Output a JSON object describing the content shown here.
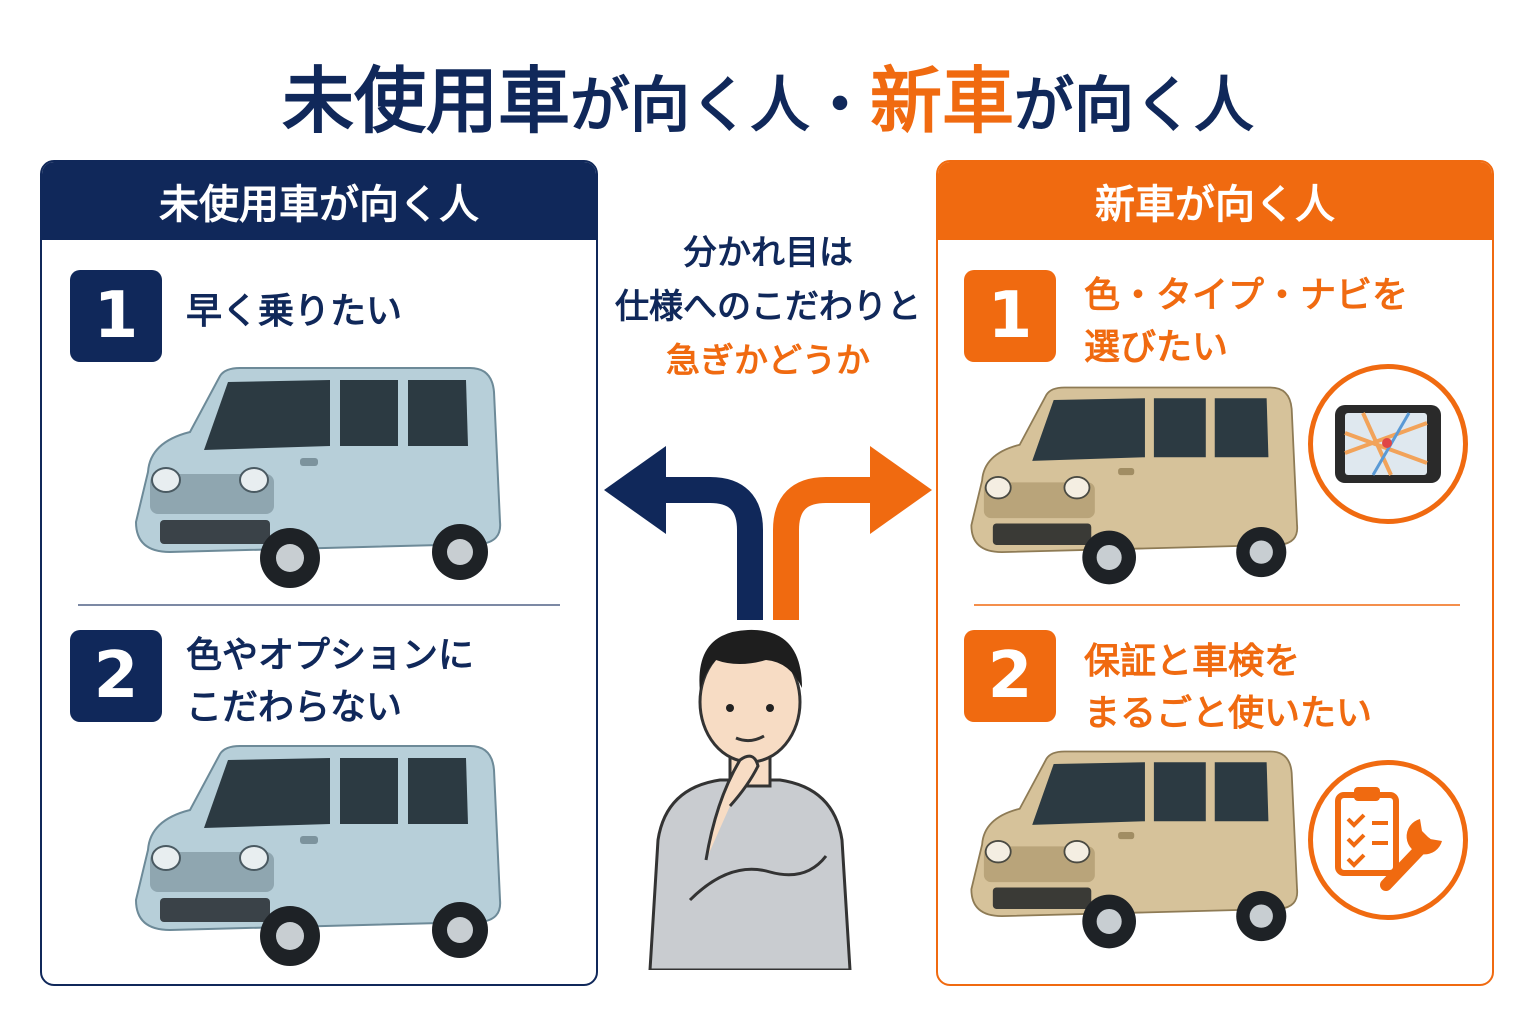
{
  "title": {
    "part1": "未使用車",
    "part2": "が向く人・",
    "part3": "新車",
    "part4": "が向く人"
  },
  "left_panel": {
    "header": "未使用車が向く人",
    "items": [
      {
        "number": "1",
        "lines": [
          "早く乗りたい"
        ]
      },
      {
        "number": "2",
        "lines": [
          "色やオプションに",
          "こだわらない"
        ]
      }
    ],
    "car_color": "#b7cfd9"
  },
  "right_panel": {
    "header": "新車が向く人",
    "items": [
      {
        "number": "1",
        "lines": [
          "色・タイプ・ナビを",
          "選びたい"
        ],
        "icon": "navigation-screen-icon"
      },
      {
        "number": "2",
        "lines": [
          "保証と車検を",
          "まるごと使いたい"
        ],
        "icon": "checklist-wrench-icon"
      }
    ],
    "car_color": "#d6c29a"
  },
  "center": {
    "lines": [
      "分かれ目は",
      "仕様へのこだわりと"
    ],
    "highlight": "急ぎかどうか"
  },
  "colors": {
    "navy": "#10285a",
    "orange": "#f06a10"
  }
}
